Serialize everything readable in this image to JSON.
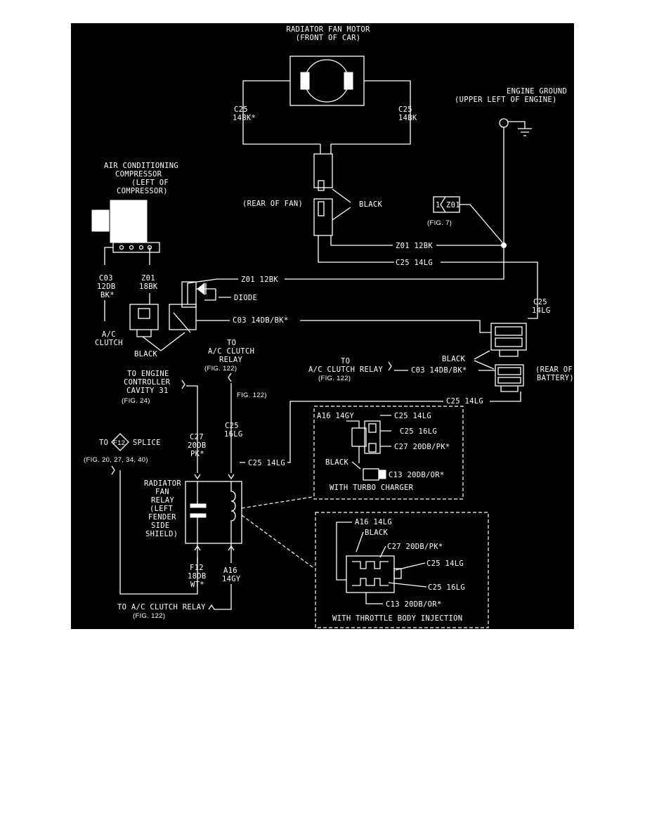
{
  "diagram": {
    "background": "#000000",
    "foreground": "#ffffff",
    "components": {
      "fan_motor": [
        "RADIATOR FAN MOTOR",
        "(FRONT OF CAR)"
      ],
      "engine_ground": [
        "ENGINE GROUND",
        "(UPPER LEFT OF ENGINE)"
      ],
      "compressor": [
        "AIR CONDITIONING",
        "COMPRESSOR",
        "(LEFT OF",
        "COMPRESSOR)"
      ],
      "rear_of_fan": "(REAR OF FAN)",
      "ac_clutch": [
        "A/C",
        "CLUTCH"
      ],
      "diode": "DIODE",
      "rear_of_battery": [
        "(REAR OF",
        "BATTERY)"
      ],
      "fan_relay": [
        "RADIATOR",
        "FAN",
        "RELAY",
        "(LEFT",
        "FENDER",
        "SIDE",
        "SHIELD)"
      ],
      "z01_splice": "1",
      "z01_splice_code": "Z01",
      "f12_splice": "F12",
      "to_f12": "TO",
      "splice_word": "SPLICE"
    },
    "wires": {
      "c25_left": [
        "C25",
        "14BK*"
      ],
      "c25_right": [
        "C25",
        "14BK"
      ],
      "z01_12bk": "Z01 12BK",
      "c25_14lg_a": "C25 14LG",
      "c03_left": [
        "C03",
        "12DB",
        "BK*"
      ],
      "z01_18bk": [
        "Z01",
        "18BK"
      ],
      "z01_12bk_b": "Z01 12BK",
      "c03_14db": "C03 14DB/BK*",
      "c25_14lg_right": [
        "C25",
        "14LG"
      ],
      "c03_relay": "C03 14DB/BK*",
      "c25_14lg_b": "C25 14LG",
      "c27_left": [
        "C27",
        "20DB",
        "PK*"
      ],
      "c25_16lg": [
        "C25",
        "16LG"
      ],
      "c25_14lg_c": "C25 14LG",
      "f12": [
        "F12",
        "18DB",
        "WT*"
      ],
      "a16": [
        "A16",
        "14GY"
      ]
    },
    "connectors": {
      "black_fan": "BLACK",
      "black_clutch": "BLACK",
      "black_battery": "BLACK"
    },
    "references": {
      "fig7": "(FIG. 7)",
      "to_ac_relay_top": [
        "TO",
        "A/C CLUTCH",
        "RELAY"
      ],
      "fig122_a": "(FIG. 122)",
      "fig122_b": "FIG. 122)",
      "to_engine_controller": [
        "TO ENGINE",
        "CONTROLLER",
        "CAVITY 31"
      ],
      "fig24": "(FIG. 24)",
      "to_ac_relay_mid": [
        "TO",
        "A/C CLUTCH RELAY"
      ],
      "fig122_c": "(FIG. 122)",
      "fig_list": "(FIG. 20, 27, 34, 40)",
      "to_ac_relay_bottom": "TO A/C CLUTCH RELAY",
      "fig122_d": "(FIG. 122)"
    },
    "turbo_inset": {
      "a16": "A16 14GY",
      "c25_14lg": "C25 14LG",
      "c25_16lg": "C25 16LG",
      "c27": "C27 20DB/PK*",
      "black": "BLACK",
      "c13": "C13 20DB/OR*",
      "caption": "WITH TURBO CHARGER"
    },
    "tbi_inset": {
      "a16": "A16 14LG",
      "black": "BLACK",
      "c27": "C27 20DB/PK*",
      "c25_14lg": "C25 14LG",
      "c25_16lg": "C25 16LG",
      "c13": "C13 20DB/OR*",
      "caption": "WITH THROTTLE BODY INJECTION"
    }
  }
}
